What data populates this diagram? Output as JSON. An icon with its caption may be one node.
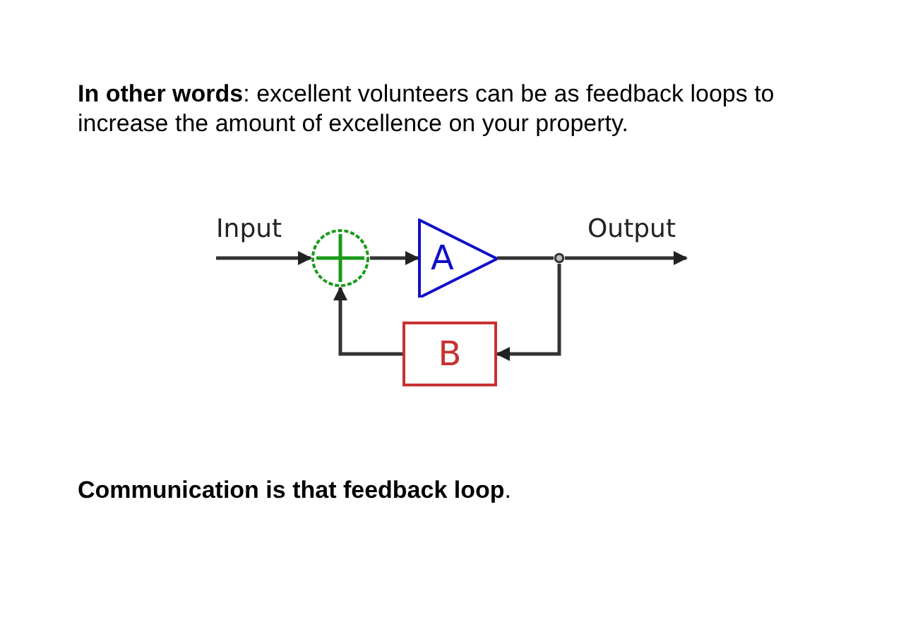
{
  "diagram": {
    "nodes": [
      {
        "text": [],
        "shape": "circle"
      },
      {
        "text": [
          "A"
        ]
      },
      {
        "text": [],
        "shape": "circle"
      },
      {
        "text": [
          "B"
        ]
      }
    ],
    "edges": [
      {
        "from": null,
        "to": 0,
        "arrow": "to",
        "label": "Input"
      },
      {
        "from": 0,
        "to": 1,
        "arrow": "to"
      },
      {
        "from": 1,
        "to": 2,
        "arrow": "none"
      },
      {
        "from": 2,
        "to": null,
        "arrow": "to",
        "label": "Output"
      },
      {
        "from": 2,
        "to": 3,
        "arrow": "to"
      },
      {
        "from": 3,
        "to": 0,
        "arrow": "to"
      }
    ],
    "labels": [
      "**In other words**: excellent volunteers can be as feedback loops to increase the amount of excellence on your property.",
      "**Communication is that feedback loop**."
    ]
  }
}
